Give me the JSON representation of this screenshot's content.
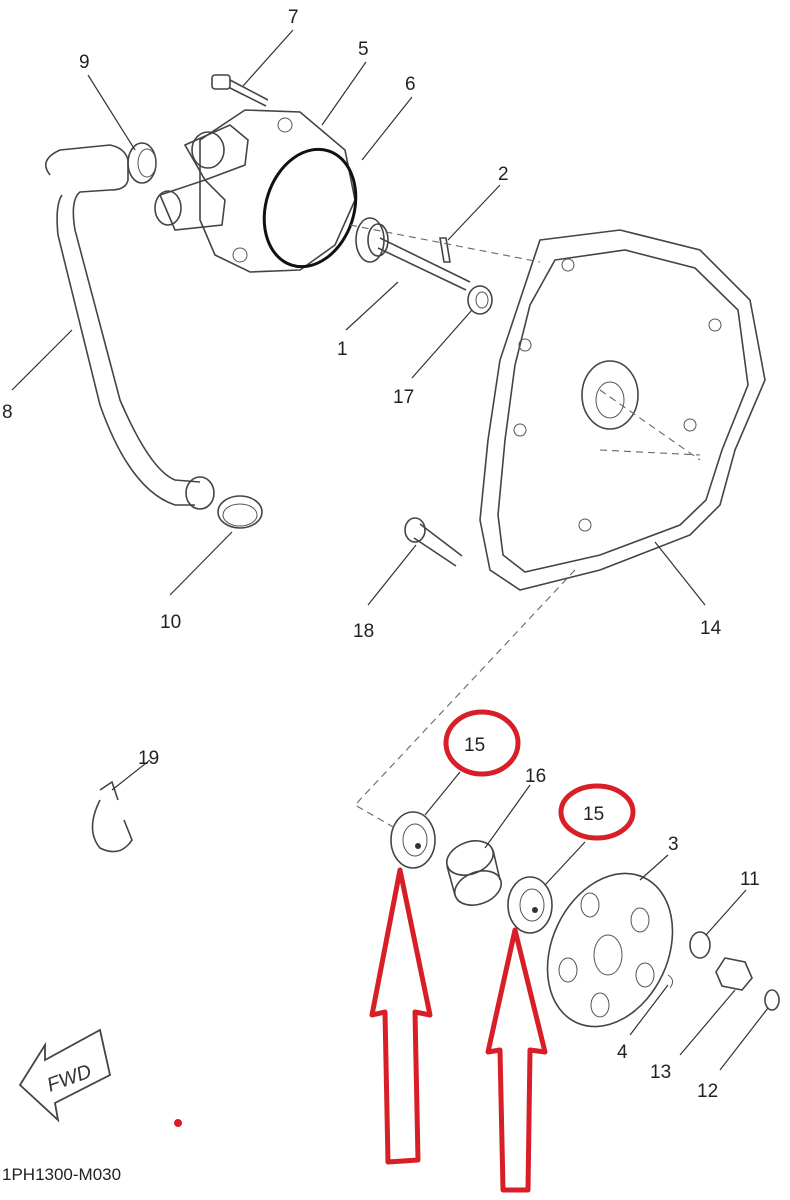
{
  "callouts": [
    {
      "id": "c1",
      "text": "1"
    },
    {
      "id": "c2",
      "text": "2"
    },
    {
      "id": "c3",
      "text": "3"
    },
    {
      "id": "c4",
      "text": "4"
    },
    {
      "id": "c5",
      "text": "5"
    },
    {
      "id": "c6",
      "text": "6"
    },
    {
      "id": "c7",
      "text": "7"
    },
    {
      "id": "c8",
      "text": "8"
    },
    {
      "id": "c9",
      "text": "9"
    },
    {
      "id": "c10",
      "text": "10"
    },
    {
      "id": "c11",
      "text": "11"
    },
    {
      "id": "c12",
      "text": "12"
    },
    {
      "id": "c13",
      "text": "13"
    },
    {
      "id": "c14",
      "text": "14"
    },
    {
      "id": "c15a",
      "text": "15"
    },
    {
      "id": "c15b",
      "text": "15"
    },
    {
      "id": "c16",
      "text": "16"
    },
    {
      "id": "c17",
      "text": "17"
    },
    {
      "id": "c18",
      "text": "18"
    },
    {
      "id": "c19",
      "text": "19"
    }
  ],
  "direction_label": "FWD",
  "diagram_code": "1PH1300-M030",
  "colors": {
    "highlight": "#d81e27",
    "line": "#444444",
    "background": "#ffffff"
  }
}
